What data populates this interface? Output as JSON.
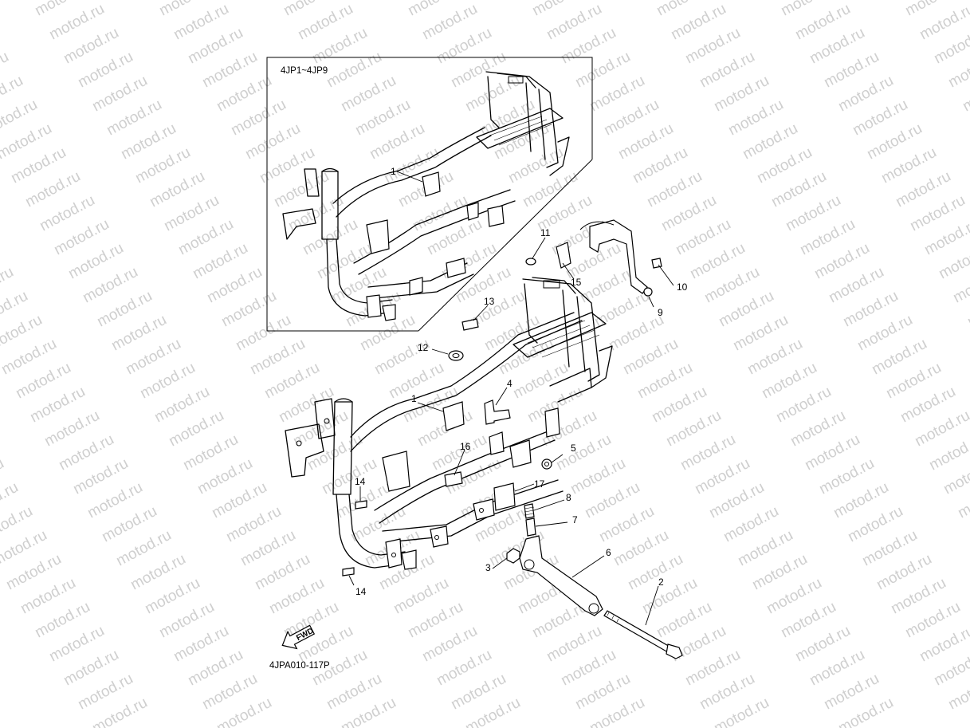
{
  "watermark": "motod.ru",
  "inset": {
    "label": "4JP1~4JP9",
    "callouts": [
      {
        "number": "1"
      }
    ]
  },
  "callouts": [
    {
      "number": "1"
    },
    {
      "number": "2"
    },
    {
      "number": "3"
    },
    {
      "number": "4"
    },
    {
      "number": "5"
    },
    {
      "number": "6"
    },
    {
      "number": "7"
    },
    {
      "number": "8"
    },
    {
      "number": "9"
    },
    {
      "number": "10"
    },
    {
      "number": "11"
    },
    {
      "number": "12"
    },
    {
      "number": "13"
    },
    {
      "number": "14"
    },
    {
      "number": "14"
    },
    {
      "number": "15"
    },
    {
      "number": "16"
    },
    {
      "number": "17"
    }
  ],
  "fwd_badge": "FWD",
  "diagram_code": "4JPA010-117P"
}
